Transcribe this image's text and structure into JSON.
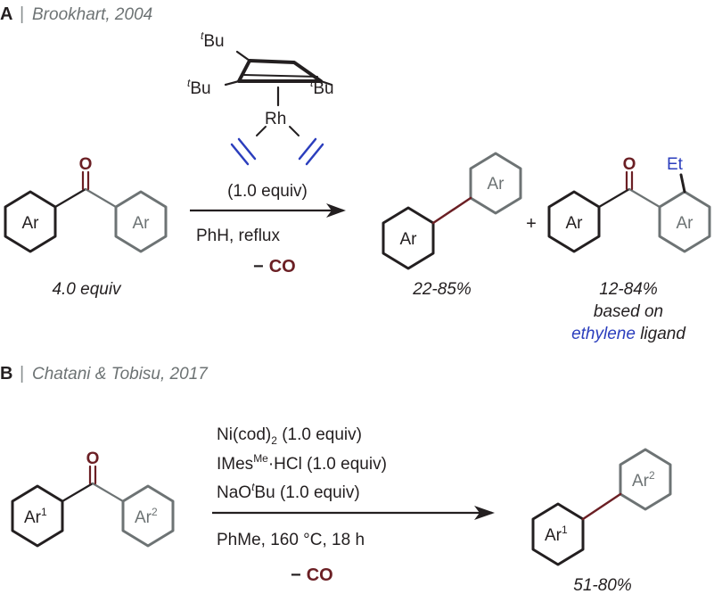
{
  "panel_a": {
    "letter": "A",
    "divider": "|",
    "citation": "Brookhart, 2004",
    "catalyst": {
      "tbu_top": "Bu",
      "tbu_left": "Bu",
      "tbu_right": "Bu",
      "tbu_prefix": "t",
      "metal": "Rh"
    },
    "reactant_carbonyl": "O",
    "reactant_ring_left": "Ar",
    "reactant_ring_right": "Ar",
    "reactant_equiv": "4.0 equiv",
    "condition_equiv": "(1.0 equiv)",
    "condition_solvent": "PhH, reflux",
    "co_minus": "−",
    "co_label": "CO",
    "product1_ring_left": "Ar",
    "product1_ring_right": "Ar",
    "product1_yield": "22-85%",
    "plus": "+",
    "product2_carbonyl": "O",
    "product2_substituent": "Et",
    "product2_ring_left": "Ar",
    "product2_ring_right": "Ar",
    "product2_yield": "12-84%",
    "product2_note_line1": "based on",
    "product2_note_highlight": "ethylene",
    "product2_note_rest": " ligand"
  },
  "panel_b": {
    "letter": "B",
    "divider": "|",
    "citation": "Chatani & Tobisu, 2017",
    "reactant_carbonyl": "O",
    "reactant_ring_left": "Ar",
    "reactant_ring_left_sup": "1",
    "reactant_ring_right": "Ar",
    "reactant_ring_right_sup": "2",
    "condition1_pre": "Ni(cod)",
    "condition1_sub": "2",
    "condition1_post": " (1.0 equiv)",
    "condition2_pre": "IMes",
    "condition2_sup": "Me",
    "condition2_post": "·HCl (1.0 equiv)",
    "condition3_pre": "NaO",
    "condition3_sup": "t",
    "condition3_post": "Bu (1.0 equiv)",
    "condition4": "PhMe, 160 °C, 18 h",
    "co_minus": "−",
    "co_label": "CO",
    "product_ring_left": "Ar",
    "product_ring_left_sup": "1",
    "product_ring_right": "Ar",
    "product_ring_right_sup": "2",
    "product_yield": "51-80%"
  },
  "colors": {
    "black": "#231f20",
    "gray": "#6d7374",
    "carbonyl": "#6b1f24",
    "ethylene_blue": "#2b3ebd"
  }
}
